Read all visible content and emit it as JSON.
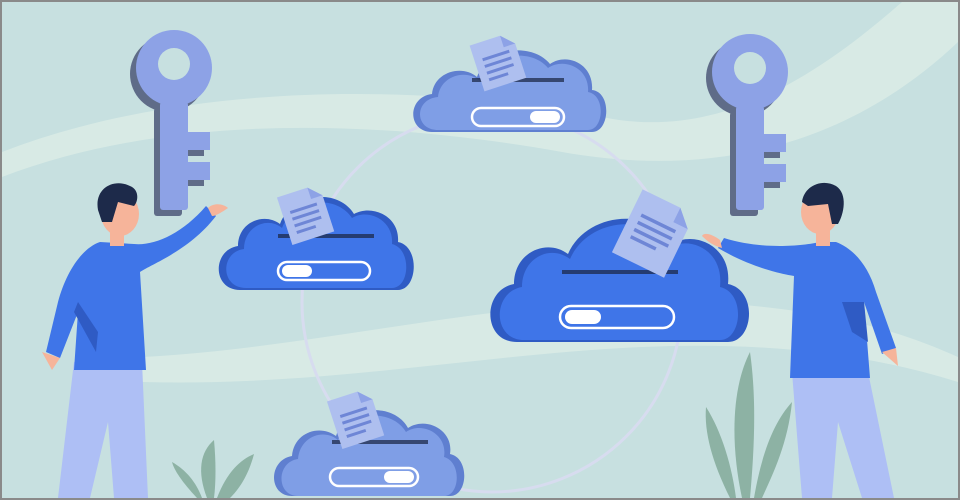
{
  "colors": {
    "background": "#c7e0e0",
    "swoosh": "#d9ebe6",
    "orbit": "#d7dcef",
    "cloud_blue": "#3f75e8",
    "cloud_blue_shadow": "#2f5bc4",
    "cloud_light": "#7f9ee6",
    "cloud_light_shadow": "#5f7fd0",
    "document": "#aebfef",
    "document_lines": "#6e86d6",
    "key": "#8da2e6",
    "key_shadow": "#5f6c88",
    "person_shirt": "#3f75e8",
    "person_shirt_shadow": "#2f5bc4",
    "person_pants": "#aebff5",
    "person_skin": "#f6b49a",
    "person_hair": "#1d2a4a",
    "plant": "#8db2a4"
  },
  "icons": [
    "key-icon",
    "cloud-icon",
    "document-icon",
    "toggle-icon"
  ],
  "progress": {
    "cloud_top": 0.85,
    "cloud_left": 0.15,
    "cloud_right": 0.2,
    "cloud_bottom": 0.8
  }
}
